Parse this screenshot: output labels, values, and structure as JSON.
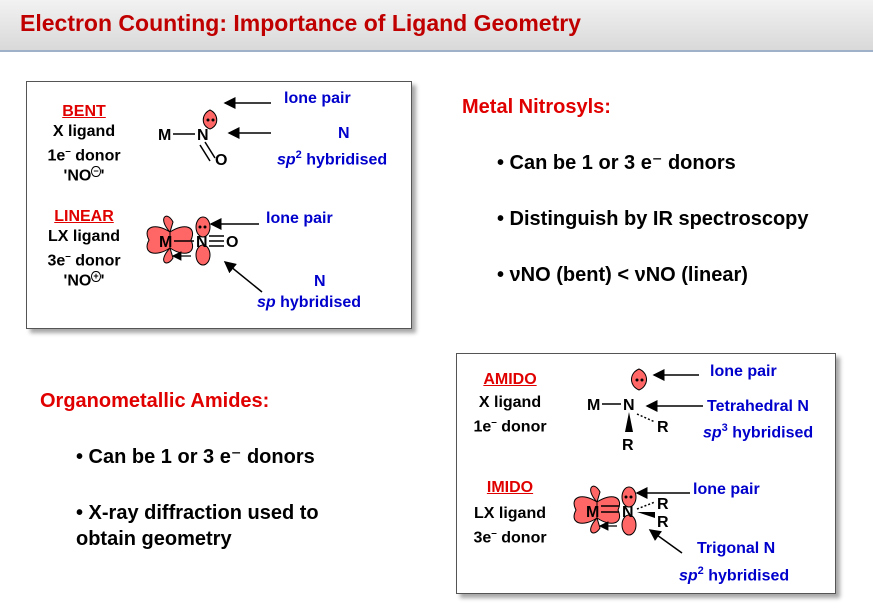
{
  "header": {
    "title": "Electron Counting: Importance of Ligand Geometry"
  },
  "nitrosyl_box": {
    "bent": {
      "heading": "BENT",
      "line1": "X ligand",
      "line2": "1e",
      "line2_sup": "–",
      "line2_rest": " donor",
      "line3": "'NO",
      "line3_end": "'",
      "charge": "−"
    },
    "linear": {
      "heading": "LINEAR",
      "line1": "LX ligand",
      "line2": "3e",
      "line2_sup": "–",
      "line2_rest": " donor",
      "line3": "'NO",
      "line3_end": "'",
      "charge": "+"
    },
    "bent_structure": {
      "metal": "M",
      "n": "N",
      "o": "O"
    },
    "linear_structure": {
      "metal": "M",
      "n": "N",
      "o": "O"
    },
    "bent_lone_pair": "lone pair",
    "bent_n": "N",
    "bent_hybrid_pre": "sp",
    "bent_hybrid_sup": "2",
    "bent_hybrid_post": " hybridised",
    "linear_lone_pair": "lone pair",
    "linear_n": "N",
    "linear_hybrid_pre": "sp",
    "linear_hybrid_post": " hybridised"
  },
  "metal_nitrosyls": {
    "heading": "Metal Nitrosyls:",
    "bullets": [
      "• Can be 1 or 3 e⁻ donors",
      "• Distinguish by IR spectroscopy",
      "• νNO (bent) < νNO (linear)"
    ]
  },
  "amides": {
    "heading": "Organometallic Amides:",
    "bullet1": "• Can be 1 or 3 e⁻ donors",
    "bullet2_line1": "• X-ray diffraction used to",
    "bullet2_line2": "obtain geometry"
  },
  "amide_box": {
    "amido": {
      "heading": "AMIDO",
      "line1": "X ligand",
      "line2": "1e",
      "line2_sup": "–",
      "line2_rest": " donor"
    },
    "imido": {
      "heading": "IMIDO",
      "line1": "LX ligand",
      "line2": "3e",
      "line2_sup": "–",
      "line2_rest": " donor"
    },
    "amido_structure": {
      "metal": "M",
      "n": "N",
      "r": "R"
    },
    "imido_structure": {
      "metal": "M",
      "n": "N",
      "r": "R"
    },
    "amido_lone_pair": "lone pair",
    "amido_geometry": "Tetrahedral N",
    "amido_hybrid_pre": "sp",
    "amido_hybrid_sup": "3",
    "amido_hybrid_post": " hybridised",
    "imido_lone_pair": "lone pair",
    "imido_geometry": "Trigonal N",
    "imido_hybrid_pre": "sp",
    "imido_hybrid_sup": "2",
    "imido_hybrid_post": " hybridised"
  },
  "colors": {
    "title_red": "#c00000",
    "accent_red": "#e00000",
    "label_blue": "#0000cc",
    "orbital_fill": "#ff6666"
  }
}
